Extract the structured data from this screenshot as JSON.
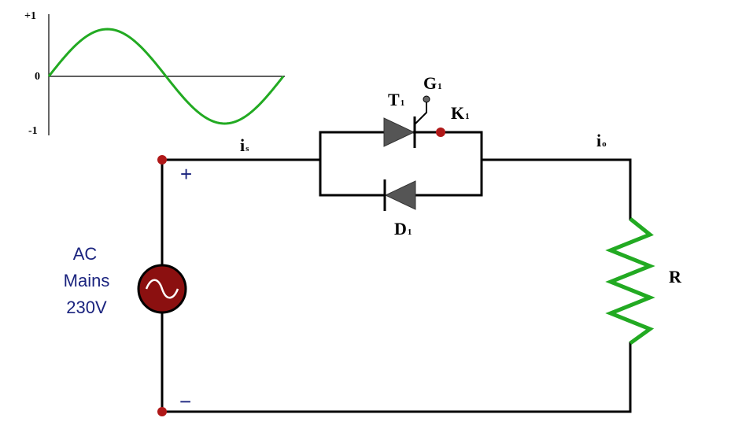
{
  "waveform": {
    "tick_pos": "+1",
    "tick_zero": "0",
    "tick_neg": "-1"
  },
  "labels": {
    "source_line1": "AC",
    "source_line2": "Mains",
    "source_line3": "230V",
    "plus": "+",
    "minus": "−",
    "i_s_main": "i",
    "i_s_sub": "s",
    "i_o_main": "i",
    "i_o_sub": "o",
    "thyristor_main": "T",
    "thyristor_sub": "1",
    "gate_main": "G",
    "gate_sub": "1",
    "cathode_main": "K",
    "cathode_sub": "1",
    "diode_main": "D",
    "diode_sub": "1",
    "resistor": "R"
  },
  "colors": {
    "wave": "#22aa22",
    "resistor": "#22aa22",
    "source_fill": "#8b1010",
    "terminal": "#b01818",
    "device": "#555555",
    "text_blue": "#1a237e"
  }
}
